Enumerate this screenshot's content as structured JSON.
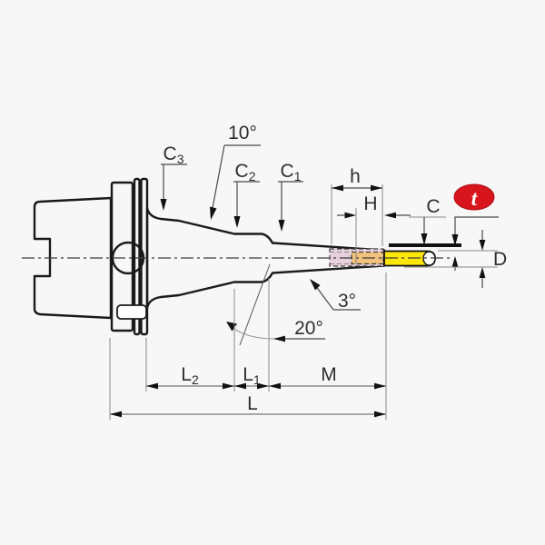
{
  "drawing": {
    "labels": {
      "c3": {
        "base": "C",
        "sub": "3"
      },
      "c2": {
        "base": "C",
        "sub": "2"
      },
      "c1": {
        "base": "C",
        "sub": "1"
      },
      "angle_taper": "10°",
      "angle_nose": "3°",
      "angle_shoulder": "20°",
      "h": "h",
      "H": "H",
      "C": "C",
      "D": "D",
      "l2": {
        "base": "L",
        "sub": "2"
      },
      "l1": {
        "base": "L",
        "sub": "1"
      },
      "M": "M",
      "L": "L"
    },
    "badge": {
      "text": "t",
      "color": "#d8151d"
    },
    "colors": {
      "background": "#f7f7f7",
      "body": "#f8d6e2",
      "bore": "#e8cfdc",
      "insert": "#f1c27c",
      "tool": "#ffe60a",
      "tool_tip": "#ffffff",
      "outline": "#1a1a1a"
    }
  }
}
